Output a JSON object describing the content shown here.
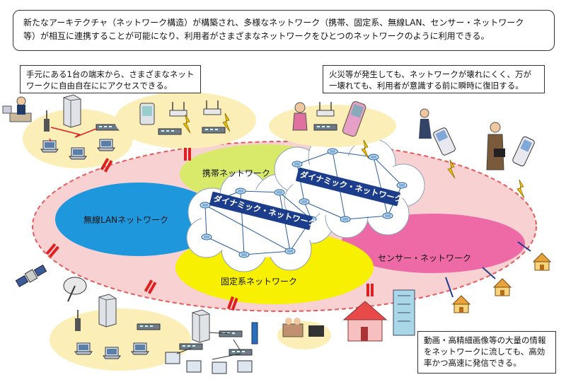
{
  "callouts": {
    "top_line1": "新たなアーキテクチャ（ネットワーク構造）が構築され、多様なネットワーク（携帯、固定系、無線LAN、センサー・ネットワーク",
    "top_line2": "等）が相互に連携することが可能になり、利用者がさまざまなネットワークをひとつのネットワークのように利用できる。",
    "upper_left_line1": "手元にある1台の端末から、さまざまなネット",
    "upper_left_line2": "ワークに自由自在ににアクセスできる。",
    "upper_right_line1": "火災等が発生しても、ネットワークが壊れにくく、万が",
    "upper_right_line2": "一壊れても、利用者が意識する前に瞬時に復旧する。",
    "bottom_right_line1": "動画・高精細画像等の大量の情報",
    "bottom_right_line2": "をネットワークに流しても、高効",
    "bottom_right_line3": "率かつ高速に発信できる。"
  },
  "networks": {
    "mobile": "携帯ネットワーク",
    "wireless_lan": "無線LANネットワーク",
    "fixed": "固定系ネットワーク",
    "sensor": "センサー・ネットワーク"
  },
  "dynamic_network": "ダイナミック・ネットワーク",
  "colors": {
    "outer_ring": "#f8d2d2",
    "outer_dash": "#e85a5a",
    "mobile": "#d9ea6a",
    "wireless_lan": "#1e97dc",
    "fixed": "#f7f000",
    "sensor": "#ee6aa6",
    "cloud": "#ffffff",
    "dyn_band": "#1c3d8c",
    "scene_bg": "#fbeeb6",
    "link_red": "#e02020",
    "lightning": "#f2c200"
  }
}
